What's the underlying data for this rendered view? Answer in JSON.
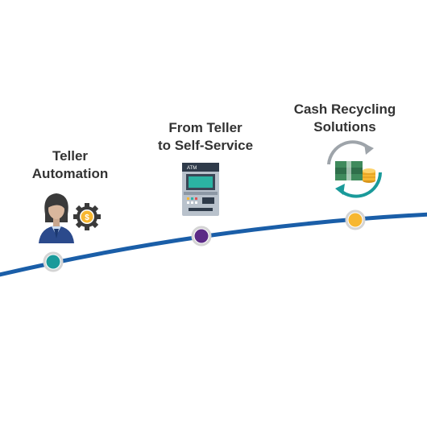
{
  "milestones": [
    {
      "line1": "Teller",
      "line2": "Automation",
      "dot_color": "#1a9a9a",
      "icon": "teller-person-gear-icon"
    },
    {
      "line1": "From Teller",
      "line2": "to Self-Service",
      "dot_color": "#5b2a86",
      "icon": "atm-machine-icon"
    },
    {
      "line1": "Cash Recycling",
      "line2": "Solutions",
      "dot_color": "#f7b731",
      "icon": "cash-recycling-icon"
    }
  ],
  "colors": {
    "timeline": "#1a5ea8",
    "text": "#333333",
    "dot_ring": "#d4d4d4"
  },
  "icon_text": {
    "atm_sign": "ATM",
    "coin_symbol": "$"
  }
}
